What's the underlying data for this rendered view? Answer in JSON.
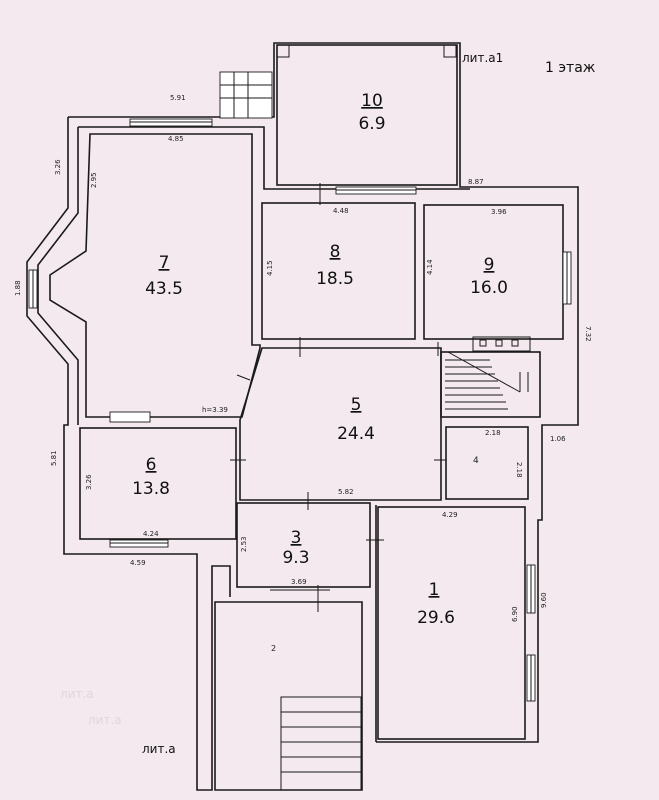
{
  "header": {
    "floor": "1 этаж",
    "lit_a1": "лит.а1",
    "lit_a": "лит.а"
  },
  "rooms": [
    {
      "id": "r1",
      "num": "1",
      "area": "29.6"
    },
    {
      "id": "r2",
      "num": "2",
      "area": ""
    },
    {
      "id": "r3",
      "num": "3",
      "area": "9.3"
    },
    {
      "id": "r4",
      "num": "4",
      "area": ""
    },
    {
      "id": "r5",
      "num": "5",
      "area": "24.4"
    },
    {
      "id": "r6",
      "num": "6",
      "area": "13.8"
    },
    {
      "id": "r7",
      "num": "7",
      "area": "43.5"
    },
    {
      "id": "r8",
      "num": "8",
      "area": "18.5"
    },
    {
      "id": "r9",
      "num": "9",
      "area": "16.0"
    },
    {
      "id": "r10",
      "num": "10",
      "area": "6.9"
    }
  ],
  "dimensions": [
    "5.91",
    "4.85",
    "3.26",
    "2.95",
    "1.88",
    "5.81",
    "3.26",
    "4.24",
    "4.59",
    "8.87",
    "4.48",
    "4.15",
    "3.96",
    "4.14",
    "7.32",
    "h=3.39",
    "5.82",
    "2.18",
    "2.18",
    "1.06",
    "2.53",
    "3.69",
    "4.29",
    "6.90",
    "9.60"
  ]
}
